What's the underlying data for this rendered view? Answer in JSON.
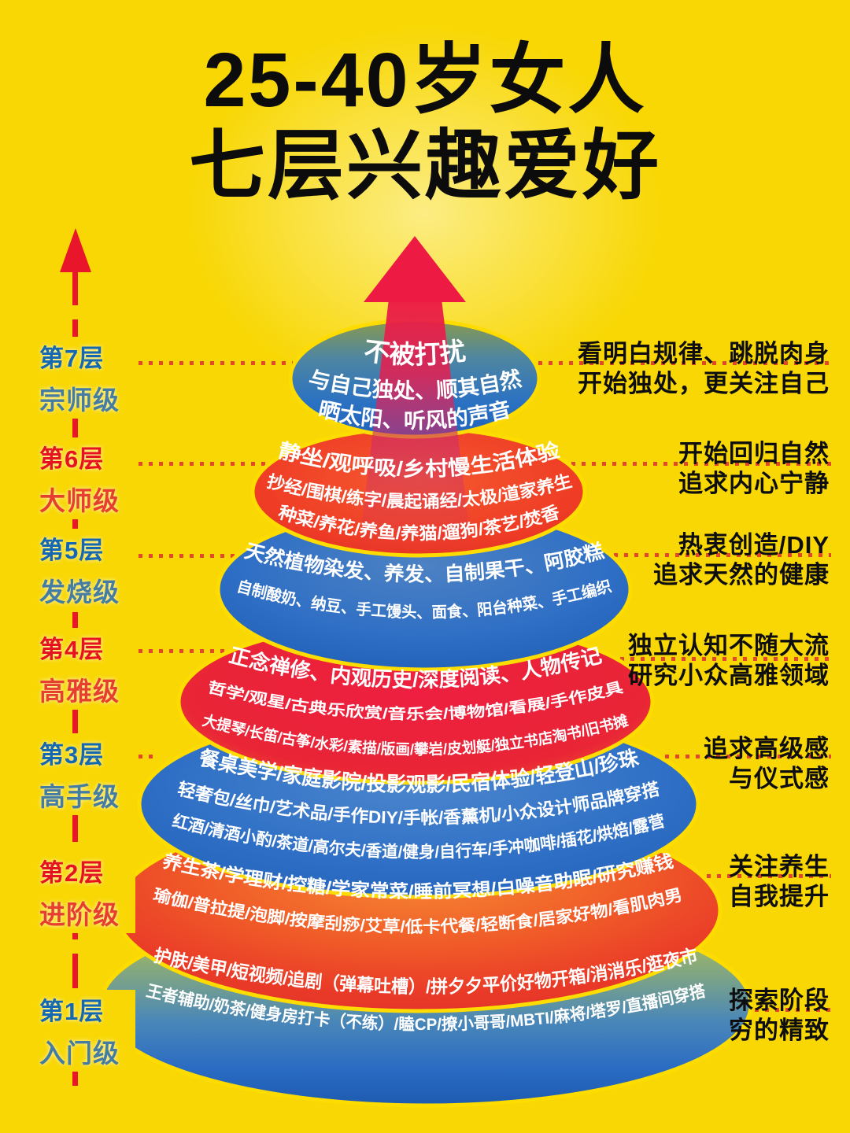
{
  "title": {
    "line1": "25-40岁女人",
    "line2": "七层兴趣爱好"
  },
  "palette": {
    "background": "#F8D704",
    "arrow_red": "#ED1B43",
    "axis_red": "#E8152B",
    "dotted_red": "#E2472B",
    "label_blue": "#1467B1",
    "label_blue_light": "#457CA2",
    "label_red": "#E51320",
    "label_red_light": "#E73F2F",
    "note_black": "#0E0E0E",
    "tier_text_white": "#FFFFFF"
  },
  "layers": [
    {
      "level": "第7层",
      "grade": "宗师级",
      "accent": "blue",
      "note": [
        "看明白规律、跳脱肉身",
        "开始独处，更关注自己"
      ],
      "lines": [
        "不被打扰",
        "与自己独处、顺其自然",
        "晒太阳、听风的声音"
      ]
    },
    {
      "level": "第6层",
      "grade": "大师级",
      "accent": "red",
      "note": [
        "开始回归自然",
        "追求内心宁静"
      ],
      "lines": [
        "静坐/观呼吸/乡村慢生活体验",
        "抄经/围棋/练字/晨起诵经/太极/道家养生",
        "种菜/养花/养鱼/养猫/遛狗/茶艺/焚香"
      ]
    },
    {
      "level": "第5层",
      "grade": "发烧级",
      "accent": "blue",
      "note": [
        "热衷创造/DIY",
        "追求天然的健康"
      ],
      "lines": [
        "天然植物染发、养发、自制果干、阿胶糕",
        "自制酸奶、纳豆、手工馒头、面食、阳台种菜、手工编织"
      ]
    },
    {
      "level": "第4层",
      "grade": "高雅级",
      "accent": "red",
      "note": [
        "独立认知不随大流",
        "研究小众高雅领域"
      ],
      "lines": [
        "正念禅修、内观历史/深度阅读、人物传记",
        "哲学/观星/古典乐欣赏/音乐会/博物馆/看展/手作皮具",
        "大提琴/长笛/古筝/水彩/素描/版画/攀岩/皮划艇/独立书店淘书/旧书摊"
      ]
    },
    {
      "level": "第3层",
      "grade": "高手级",
      "accent": "blue",
      "note": [
        "追求高级感",
        "与仪式感"
      ],
      "lines": [
        "餐桌美学/家庭影院/投影观影/民宿体验/轻登山/珍珠",
        "轻奢包/丝巾/艺术品/手作DIY/手帐/香薰机/小众设计师品牌穿搭",
        "红酒/清酒小酌/茶道/高尔夫/香道/健身/自行车/手冲咖啡/插花/烘焙/露营"
      ]
    },
    {
      "level": "第2层",
      "grade": "进阶级",
      "accent": "red",
      "note": [
        "关注养生",
        "自我提升"
      ],
      "lines": [
        "养生茶/学理财/控糖/学家常菜/睡前冥想/白噪音助眠/研究赚钱",
        "瑜伽/普拉提/泡脚/按摩刮痧/艾草/低卡代餐/轻断食/居家好物/看肌肉男"
      ]
    },
    {
      "level": "第1层",
      "grade": "入门级",
      "accent": "blue",
      "note": [
        "探索阶段",
        "穷的精致"
      ],
      "lines": [
        "护肤/美甲/短视频/追剧（弹幕吐槽）/拼夕夕平价好物开箱/消消乐/逛夜市",
        "王者辅助/奶茶/健身房打卡（不练）/瞌CP/撩小哥哥/MBTI/麻将/塔罗/直播间穿搭"
      ]
    }
  ]
}
